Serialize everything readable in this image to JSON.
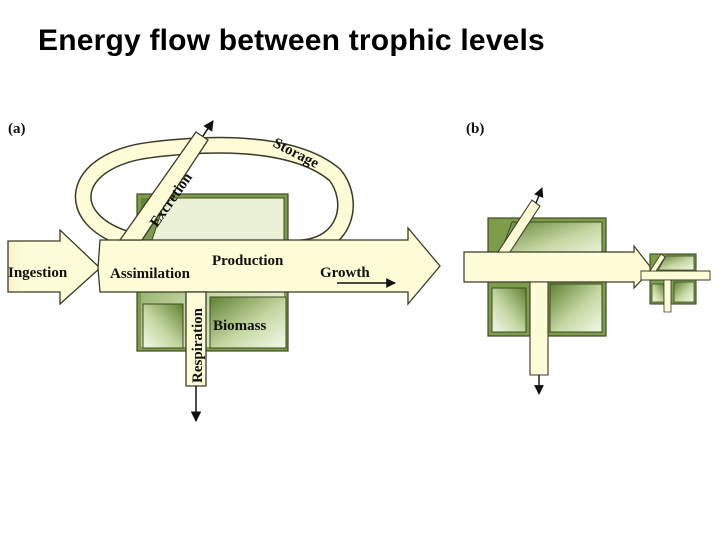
{
  "slide": {
    "title": "Energy flow between trophic levels"
  },
  "diagram_a": {
    "panel_label": "(a)",
    "labels": {
      "ingestion": "Ingestion",
      "assimilation": "Assimilation",
      "production": "Production",
      "growth": "Growth",
      "storage": "Storage",
      "excretion": "Excretion",
      "respiration": "Respiration",
      "biomass": "Biomass"
    }
  },
  "diagram_b": {
    "panel_label": "(b)"
  },
  "colors": {
    "flow_fill": "#fdfcd6",
    "flow_stroke": "#3a3a2a",
    "biomass_dark": "#6e8f3c",
    "biomass_light": "#f3f7e6"
  }
}
